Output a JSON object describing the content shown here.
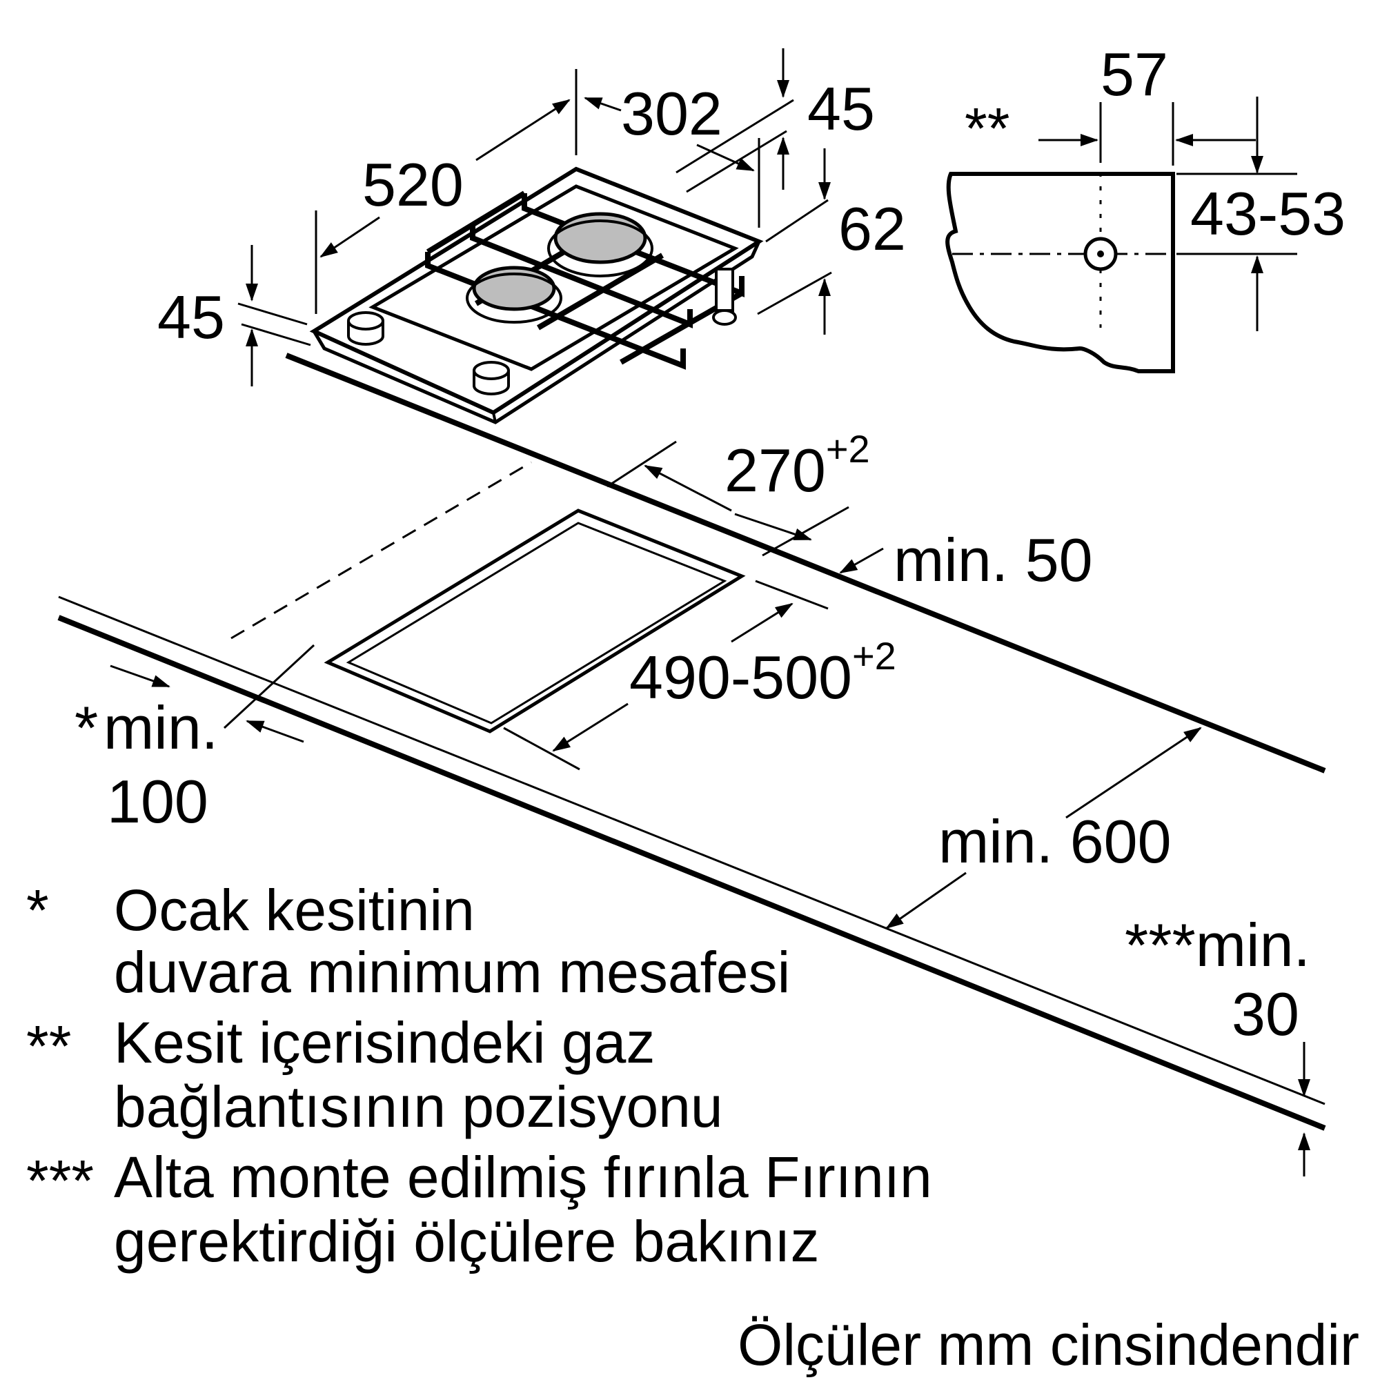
{
  "hob_dimensions": {
    "width": "520",
    "depth": "302",
    "frame_height": "45",
    "left_height": "45",
    "install_height": "62"
  },
  "gas_connection": {
    "marker": "**",
    "offset": "57",
    "height_range": "43-53"
  },
  "cutout": {
    "width_base": "270",
    "width_tolerance": "+2",
    "depth_base": "490-500",
    "depth_tolerance": "+2",
    "rear_clearance": "min. 50",
    "worktop_depth": "min. 600",
    "wall_marker": "*",
    "wall_label": "min.",
    "wall_value": "100",
    "oven_marker": "***",
    "oven_label": "min.",
    "oven_value": "30"
  },
  "legend": [
    {
      "marker": "*",
      "line1": "Ocak kesitinin",
      "line2": "duvara minimum mesafesi"
    },
    {
      "marker": "**",
      "line1": "Kesit içerisindeki gaz",
      "line2": "bağlantısının pozisyonu"
    },
    {
      "marker": "***",
      "line1": "Alta monte edilmiş fırınla Fırının",
      "line2": "gerektirdiği ölçülere bakınız"
    }
  ],
  "units_note": "Ölçüler mm cinsindendir"
}
